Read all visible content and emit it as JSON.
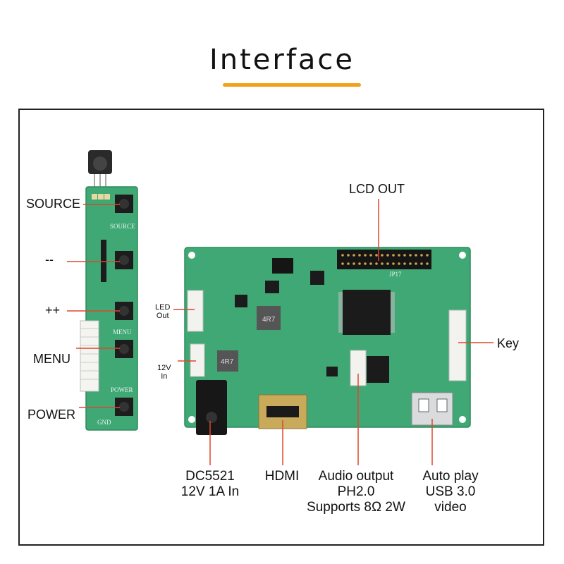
{
  "title": "Interface",
  "colors": {
    "accent": "#F0A21B",
    "pcb": "#3FA874",
    "pcb_dark": "#2E8A5C",
    "leader": "#E0462E"
  },
  "key_board": {
    "labels": {
      "source": "SOURCE",
      "minus": "--",
      "plus": "++",
      "menu": "MENU",
      "power": "POWER"
    },
    "silkscreen": {
      "source": "SOURCE",
      "menu": "MENU",
      "power": "POWER",
      "gnd": "GND"
    }
  },
  "main_board": {
    "small_labels": {
      "led_out": "LED\nOut",
      "v12_in": "12V\nIn"
    },
    "silkscreen": {
      "jp": "JP17",
      "inductor": "4R7"
    },
    "labels": {
      "lcd_out": "LCD OUT",
      "key": "Key",
      "dc": [
        "DC5521",
        "12V 1A In"
      ],
      "hdmi": "HDMI",
      "audio": [
        "Audio output",
        "PH2.0",
        "Supports 8Ω 2W"
      ],
      "usb": [
        "Auto play",
        "USB 3.0",
        "video"
      ]
    }
  }
}
